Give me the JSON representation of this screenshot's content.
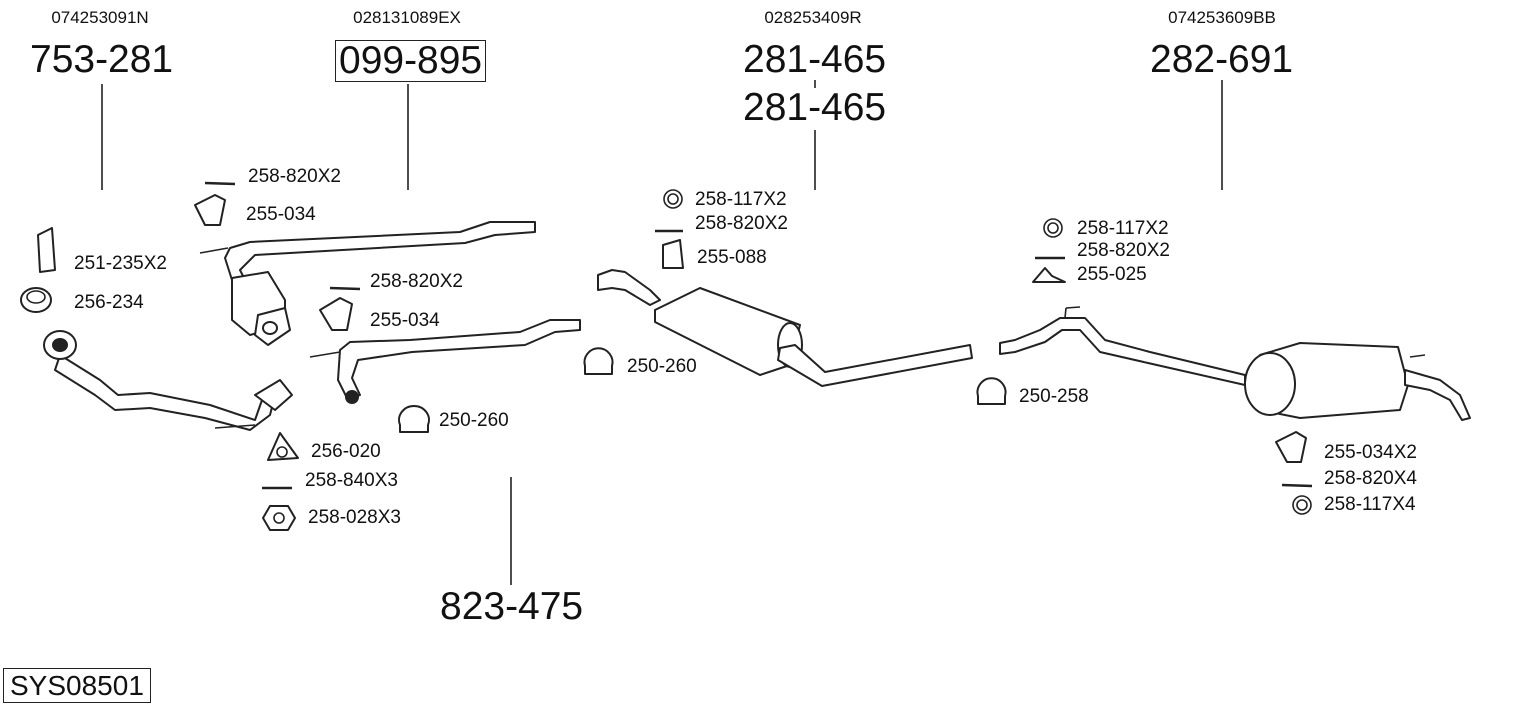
{
  "diagram_id": "SYS08501",
  "assemblies": [
    {
      "oem": "074253091N",
      "part": "753-281"
    },
    {
      "oem": "028131089EX",
      "part": "099-895"
    },
    {
      "oem": "028253409R",
      "part": "281-465",
      "part_secondary": "281-465"
    },
    {
      "oem": "074253609BB",
      "part": "282-691"
    },
    {
      "part": "823-475"
    }
  ],
  "fittings": [
    "258-820X2",
    "255-034",
    "251-235X2",
    "256-234",
    "258-820X2",
    "255-034",
    "250-260",
    "256-020",
    "258-840X3",
    "258-028X3",
    "258-117X2",
    "258-820X2",
    "255-088",
    "250-260",
    "258-117X2",
    "258-820X2",
    "255-025",
    "250-258",
    "255-034X2",
    "258-820X4",
    "258-117X4"
  ]
}
